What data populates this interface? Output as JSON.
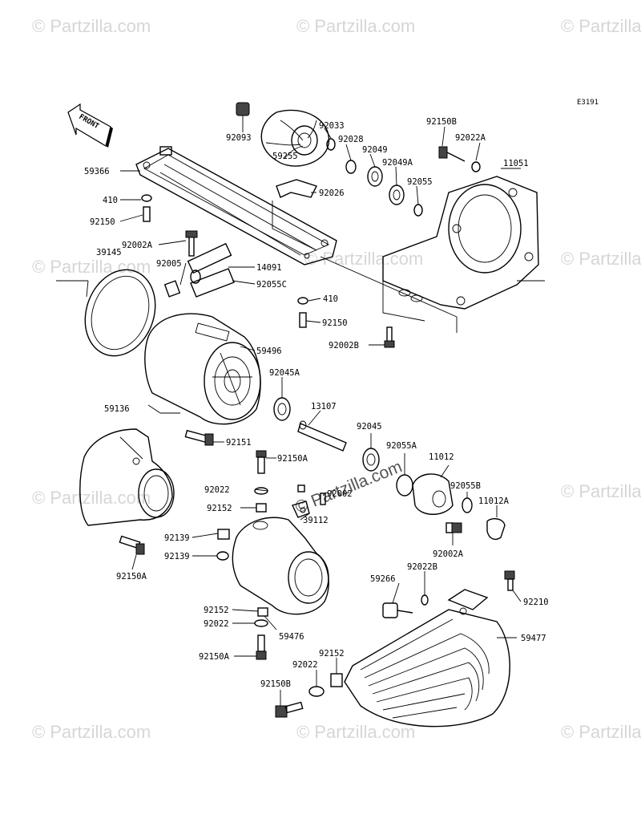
{
  "diagram_code": "E3191",
  "front_label": "FRONT",
  "watermark_text": "© Partzilla.com",
  "watermark_center_text": "© Partzilla.com",
  "parts": {
    "p92093": "92093",
    "p92033": "92033",
    "p92028": "92028",
    "p92049": "92049",
    "p92049A": "92049A",
    "p92055": "92055",
    "p92150B_top": "92150B",
    "p92022A_top": "92022A",
    "p11051": "11051",
    "p59366": "59366",
    "p59255": "59255",
    "p92026": "92026",
    "p410_a": "410",
    "p92150_a": "92150",
    "p92002A_a": "92002A",
    "p39145": "39145",
    "p92005": "92005",
    "p14091": "14091",
    "p92055C": "92055C",
    "p410_b": "410",
    "p92150_b": "92150",
    "p92002B": "92002B",
    "p59496": "59496",
    "p92045A": "92045A",
    "p59136": "59136",
    "p13107": "13107",
    "p92151": "92151",
    "p92045": "92045",
    "p92055A": "92055A",
    "p11012": "11012",
    "p92150A_a": "92150A",
    "p92022_a": "92022",
    "p92002": "92002",
    "p92055B": "92055B",
    "p92152_a": "92152",
    "p39112": "39112",
    "p11012A": "11012A",
    "p92139_a": "92139",
    "p92139_b": "92139",
    "p92002A_b": "92002A",
    "p92150A_b": "92150A",
    "p59266": "59266",
    "p92022B": "92022B",
    "p92210": "92210",
    "p92152_b": "92152",
    "p92022_b": "92022",
    "p59476": "59476",
    "p59477": "59477",
    "p92150A_c": "92150A",
    "p92152_c": "92152",
    "p92022_c": "92022",
    "p92150B_bottom": "92150B"
  }
}
